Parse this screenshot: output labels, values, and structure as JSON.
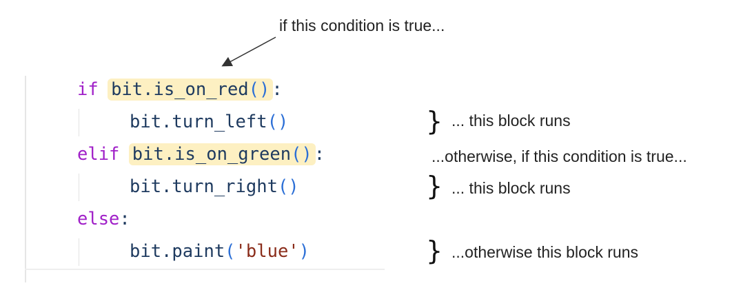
{
  "code": {
    "line1": {
      "keyword": "if ",
      "cond": "bit.is_on_red",
      "open": "(",
      "close": ")",
      "colon": ":"
    },
    "line2": {
      "obj": "bit.turn_left",
      "open": "(",
      "close": ")"
    },
    "line3": {
      "keyword": "elif ",
      "cond": "bit.is_on_green",
      "open": "(",
      "close": ")",
      "colon": ":"
    },
    "line4": {
      "obj": "bit.turn_right",
      "open": "(",
      "close": ")"
    },
    "line5": {
      "keyword": "else",
      "colon": ":"
    },
    "line6": {
      "obj": "bit.paint",
      "open": "(",
      "arg": "'blue'",
      "close": ")"
    }
  },
  "annotations": {
    "condition_true": "if this condition is true...",
    "block1": "... this block runs",
    "otherwise_condition": "...otherwise, if this condition is true...",
    "block2": "... this block runs",
    "block3": "...otherwise this block runs"
  },
  "brace_glyph": "}",
  "colors": {
    "keyword": "#a020c8",
    "paren": "#2c6fd6",
    "string": "#8a2c1a",
    "identifier": "#1e3a5f",
    "highlight": "#fdf0c2"
  }
}
